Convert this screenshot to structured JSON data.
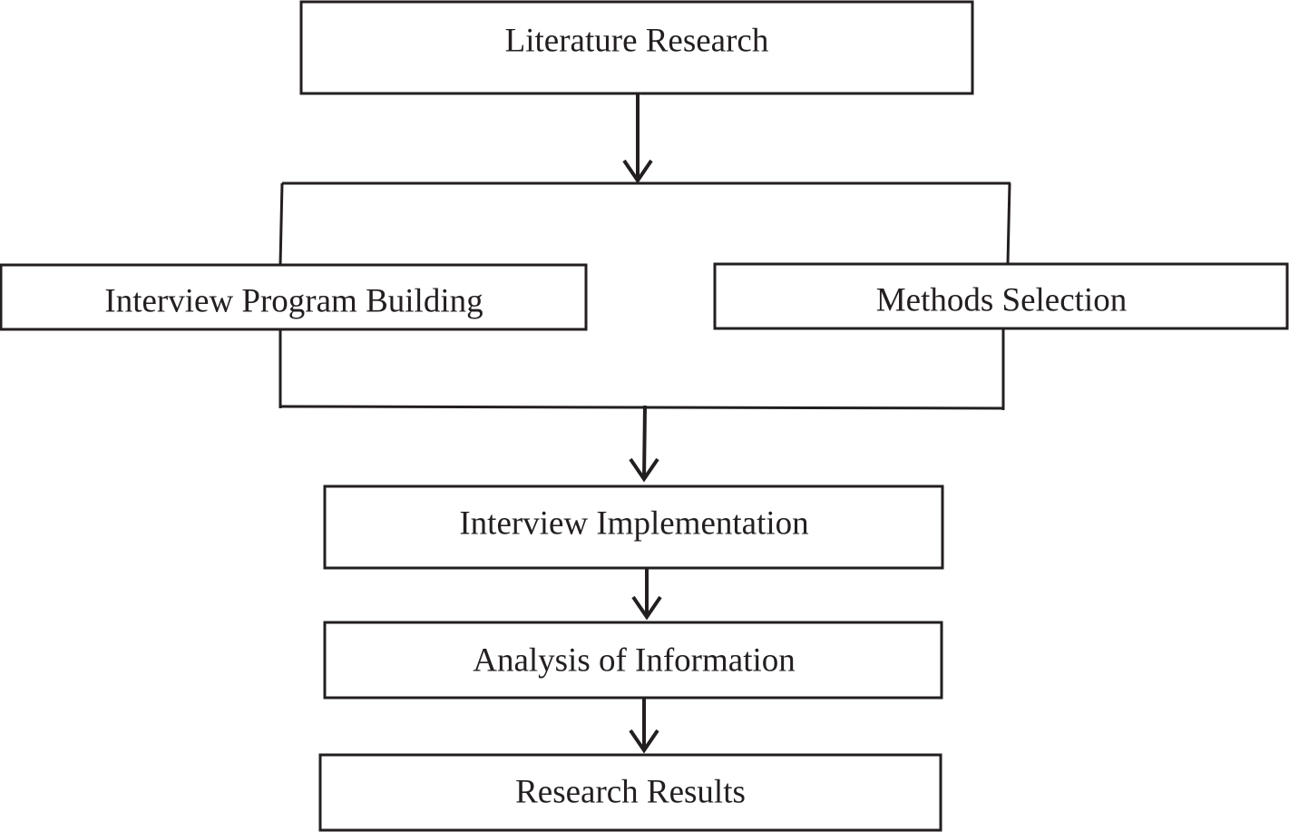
{
  "diagram": {
    "nodes": {
      "literature_research": "Literature Research",
      "interview_program_building": "Interview Program Building",
      "methods_selection": "Methods Selection",
      "interview_implementation": "Interview Implementation",
      "analysis_of_information": "Analysis of Information",
      "research_results": "Research Results"
    },
    "edges": [
      {
        "from": "literature_research",
        "to": "interview_program_building"
      },
      {
        "from": "literature_research",
        "to": "methods_selection"
      },
      {
        "from": "interview_program_building",
        "to": "interview_implementation"
      },
      {
        "from": "methods_selection",
        "to": "interview_implementation"
      },
      {
        "from": "interview_implementation",
        "to": "analysis_of_information"
      },
      {
        "from": "analysis_of_information",
        "to": "research_results"
      }
    ]
  }
}
